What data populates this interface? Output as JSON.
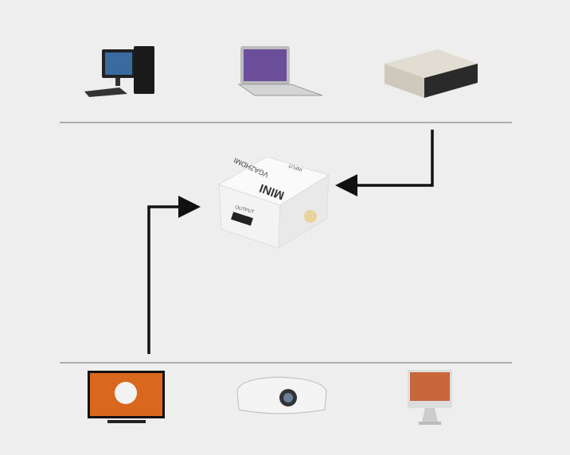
{
  "converter": {
    "brand_label": "MINI",
    "model_label": "VGA2HDMI",
    "port_label": "OUTPUT",
    "input_label": "INPUT"
  },
  "sources": [
    "desktop-pc",
    "laptop",
    "set-top-box"
  ],
  "displays": [
    "tv",
    "projector",
    "imac"
  ],
  "colors": {
    "background": "#eeeeee",
    "line": "#9a9a9a",
    "arrow": "#111111"
  }
}
